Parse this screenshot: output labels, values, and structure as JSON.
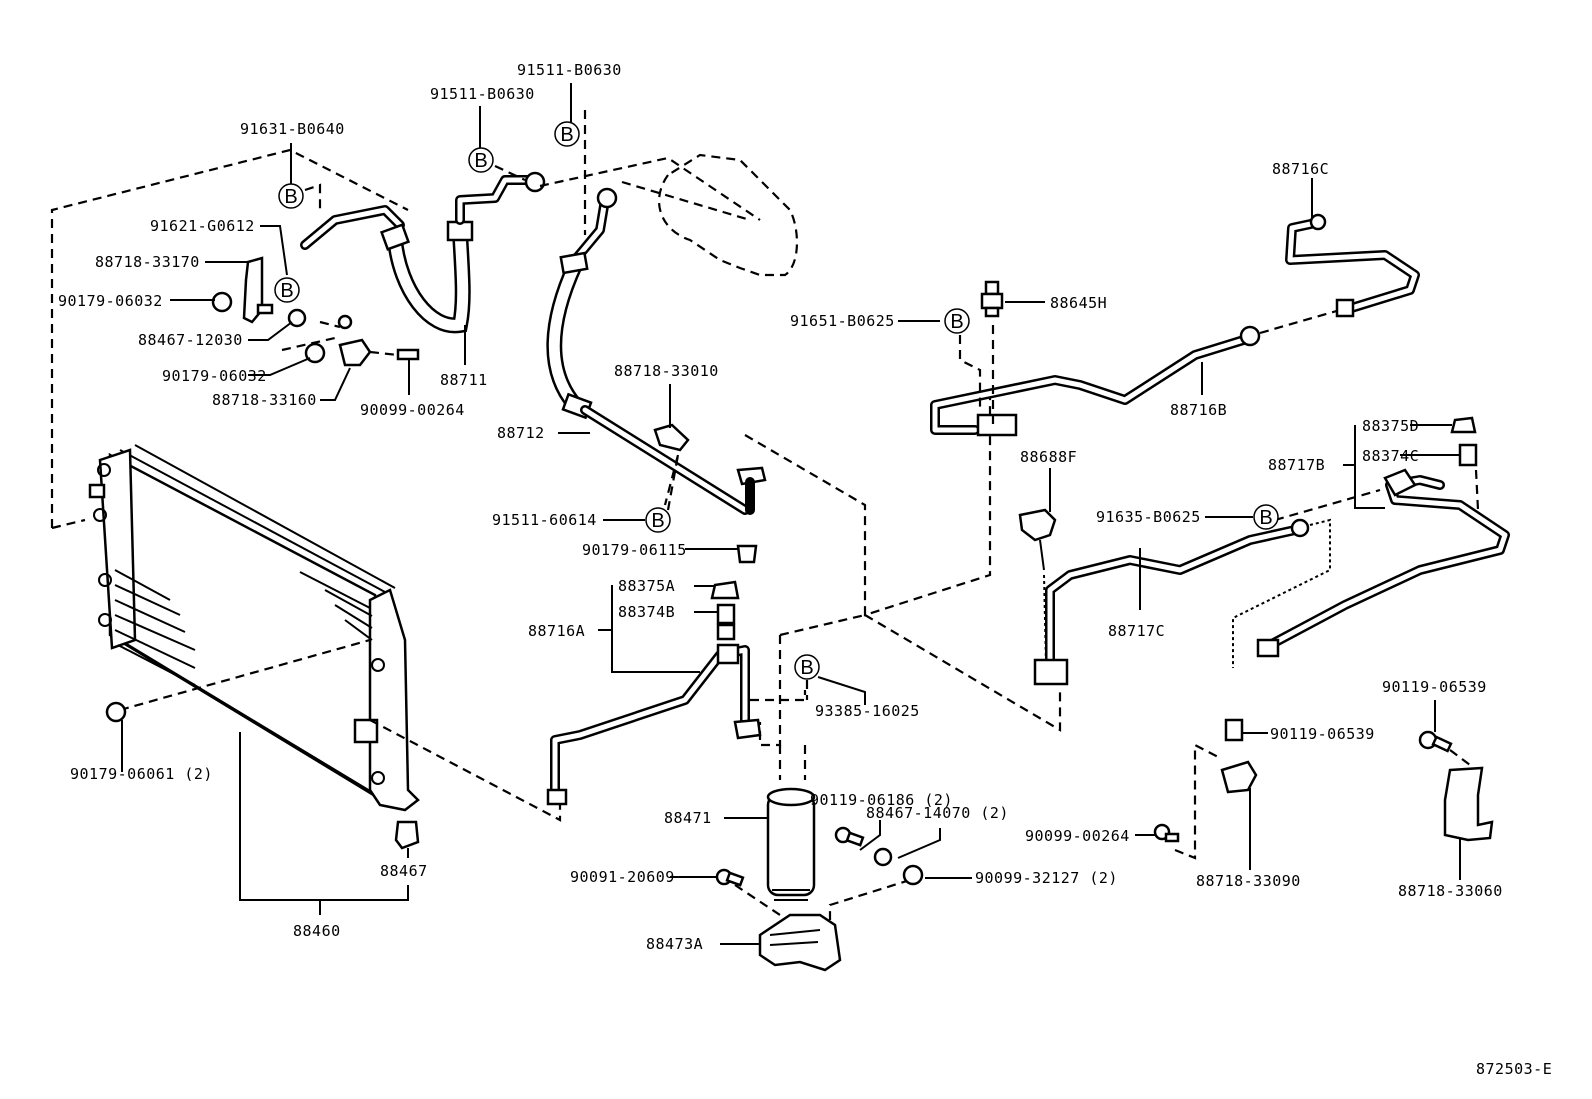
{
  "diagram": {
    "type": "parts-exploded-view",
    "reference_code": "872503-E",
    "bolt_marker_letter": "B",
    "labels": {
      "p91511_B0630_a": "91511-B0630",
      "p91511_B0630_b": "91511-B0630",
      "p91631_B0640": "91631-B0640",
      "p91621_G0612": "91621-G0612",
      "p88718_33170": "88718-33170",
      "p90179_06032_a": "90179-06032",
      "p88467_12030": "88467-12030",
      "p90179_06032_b": "90179-06032",
      "p88718_33160": "88718-33160",
      "p90099_00264_a": "90099-00264",
      "p88711": "88711",
      "p88718_33010": "88718-33010",
      "p88712": "88712",
      "p91511_60614": "91511-60614",
      "p90179_06115": "90179-06115",
      "p88375A": "88375A",
      "p88374B": "88374B",
      "p88716A": "88716A",
      "p93385_16025": "93385-16025",
      "p90179_06061": "90179-06061 (2)",
      "p88467": "88467",
      "p88460": "88460",
      "p88471": "88471",
      "p90119_06186": "90119-06186 (2)",
      "p88467_14070": "88467-14070 (2)",
      "p90091_20609": "90091-20609",
      "p90099_32127": "90099-32127 (2)",
      "p88473A": "88473A",
      "p88716C": "88716C",
      "p91651_B0625": "91651-B0625",
      "p88645H": "88645H",
      "p88716B": "88716B",
      "p88375D": "88375D",
      "p88374C": "88374C",
      "p88717B": "88717B",
      "p88688F": "88688F",
      "p91635_B0625": "91635-B0625",
      "p88717C": "88717C",
      "p90119_06539_a": "90119-06539",
      "p90119_06539_b": "90119-06539",
      "p90099_00264_b": "90099-00264",
      "p88718_33090": "88718-33090",
      "p88718_33060": "88718-33060"
    }
  }
}
